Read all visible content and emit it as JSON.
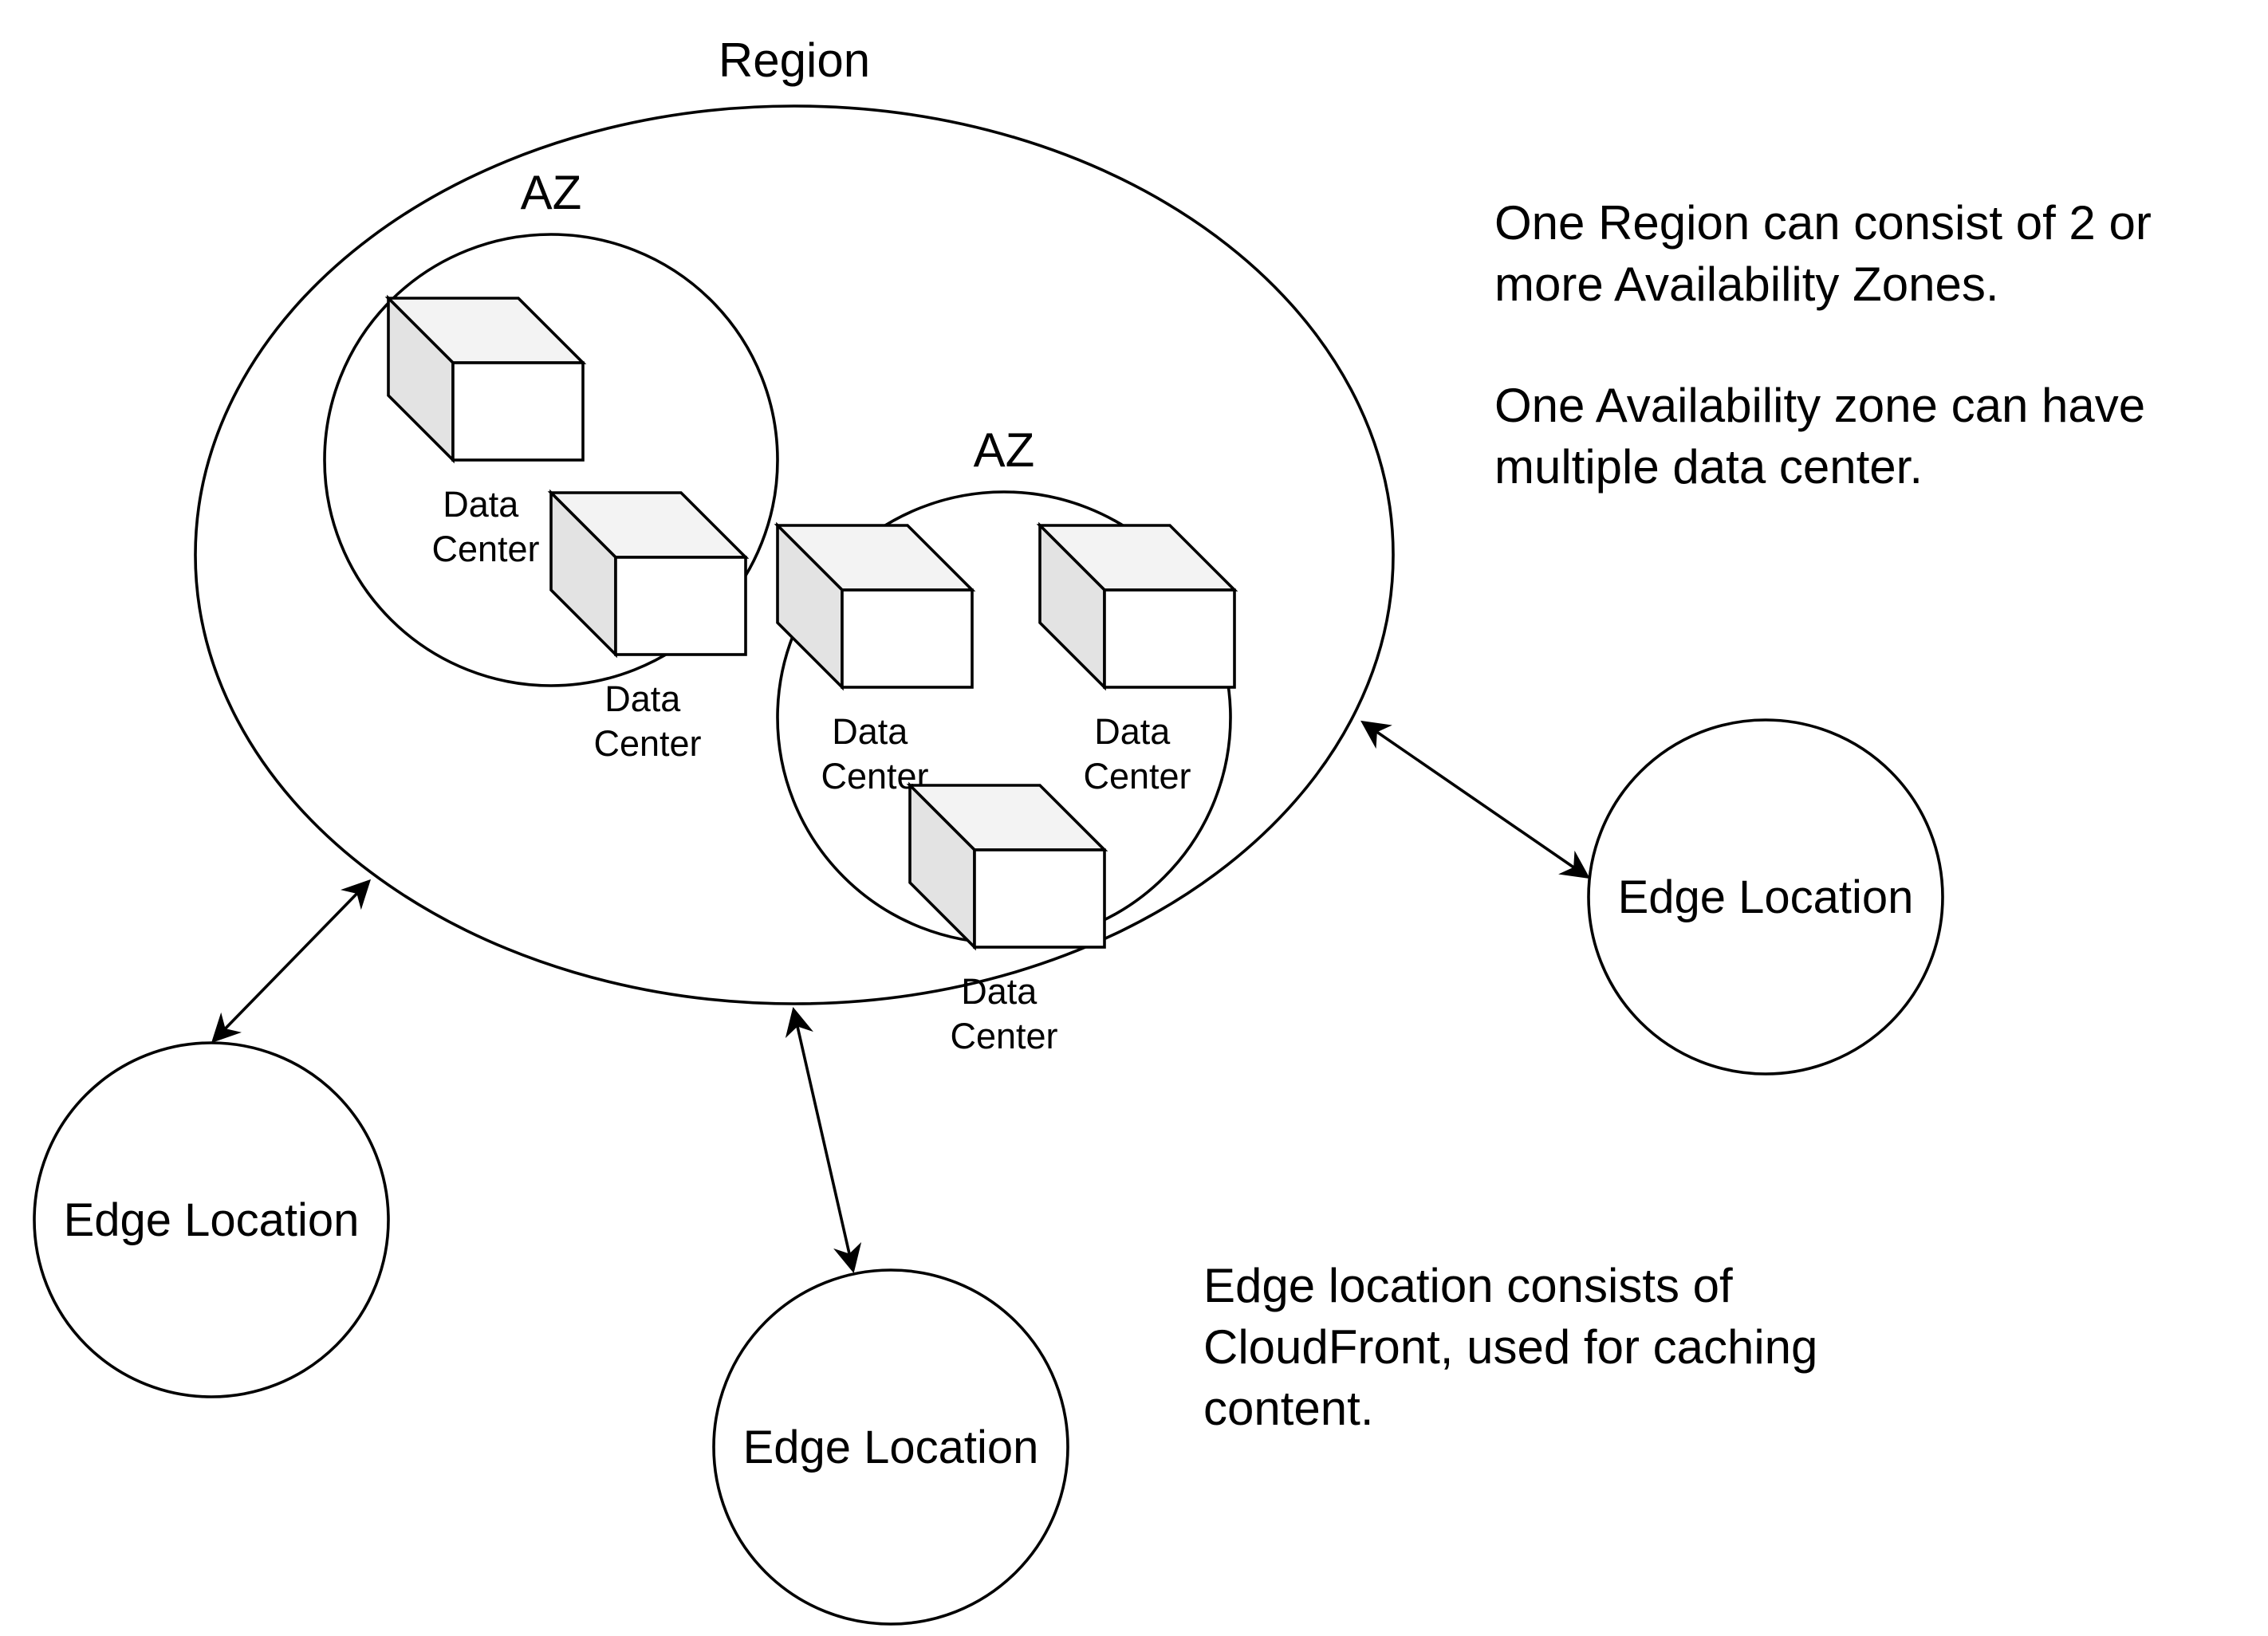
{
  "region": {
    "label": "Region"
  },
  "azs": [
    {
      "label": "AZ"
    },
    {
      "label": "AZ"
    }
  ],
  "data_centers": [
    {
      "line1": "Data",
      "line2": "Center"
    },
    {
      "line1": "Data",
      "line2": "Center"
    },
    {
      "line1": "Data",
      "line2": "Center"
    },
    {
      "line1": "Data",
      "line2": "Center"
    },
    {
      "line1": "Data",
      "line2": "Center"
    }
  ],
  "edge_locations": [
    {
      "label": "Edge Location"
    },
    {
      "label": "Edge Location"
    },
    {
      "label": "Edge Location"
    }
  ],
  "notes": {
    "region_line1": "One Region can consist of 2 or",
    "region_line2": "more Availability Zones.",
    "az_line1": "One Availability zone can have",
    "az_line2": "multiple data center.",
    "edge_line1": "Edge location consists of",
    "edge_line2": "CloudFront, used for caching",
    "edge_line3": "content."
  },
  "colors": {
    "stroke": "#000000",
    "background": "#ffffff",
    "cube_top": "#f3f3f3",
    "cube_side": "#e3e3e3"
  }
}
